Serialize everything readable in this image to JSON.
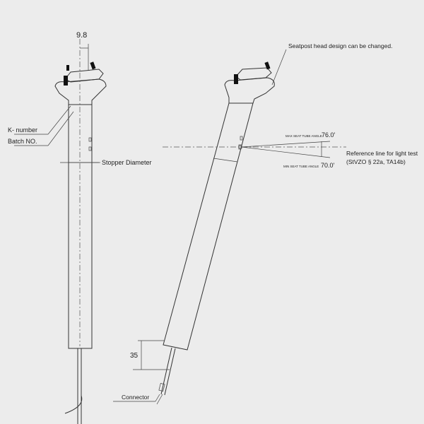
{
  "labels": {
    "offset_dim": "9.8",
    "k_number": "K- number",
    "batch_no": "Batch NO.",
    "stopper_diameter": "Stopper Diameter",
    "head_note": "Seatpost head design can be changed.",
    "max_angle_label": "MAX SEAT TUBE ANGLE",
    "max_angle_value": "76.0'",
    "min_angle_label": "MIN SEAT TUBE ANGLE",
    "min_angle_value": "70.0'",
    "reference_line_1": "Reference line for light test",
    "reference_line_2": "(StVZO § 22a, TA14b)",
    "insert_dim": "35",
    "connector": "Connector"
  }
}
